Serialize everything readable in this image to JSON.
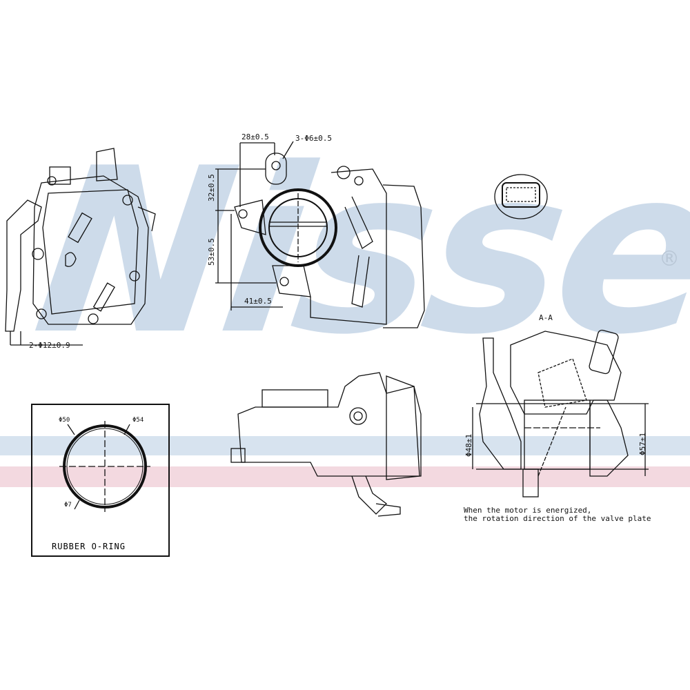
{
  "watermark": {
    "brand": "Nissens",
    "registered": "®"
  },
  "dimensions": {
    "bolt_spacing": "28±0.5",
    "bolt_holes": "3-Φ6±0.5",
    "height_upper": "32±0.5",
    "height_lower": "53±0.5",
    "width_lower": "41±0.5",
    "pipe_holes": "2-Φ12±0.9",
    "inner_diameter_section": "Φ48±1",
    "outer_diameter_section": "Φ57±1"
  },
  "section": {
    "label": "A-A"
  },
  "oring": {
    "title": "RUBBER O-RING",
    "inner": "Φ50",
    "outer": "Φ54",
    "thickness": "Φ7"
  },
  "note": {
    "line1": "When the motor is energized,",
    "line2": "the rotation direction of the valve plate"
  },
  "colors": {
    "watermark": "#cddbea",
    "blue_band": "#d7e3ef",
    "pink_band": "#f3d9e0",
    "line": "#111111"
  }
}
